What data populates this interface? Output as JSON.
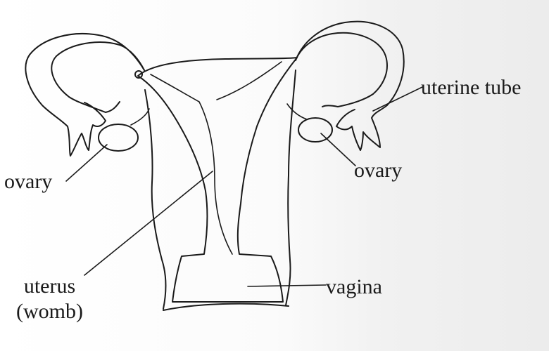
{
  "labels": {
    "ovary_left": "ovary",
    "ovary_right": "ovary",
    "uterine_tube": "uterine tube",
    "uterus_line1": "uterus",
    "uterus_line2": "(womb)",
    "vagina": "vagina"
  },
  "colors": {
    "ink": "#1a1a1a",
    "paper": "#ffffff",
    "paper_shade": "#ececec"
  }
}
